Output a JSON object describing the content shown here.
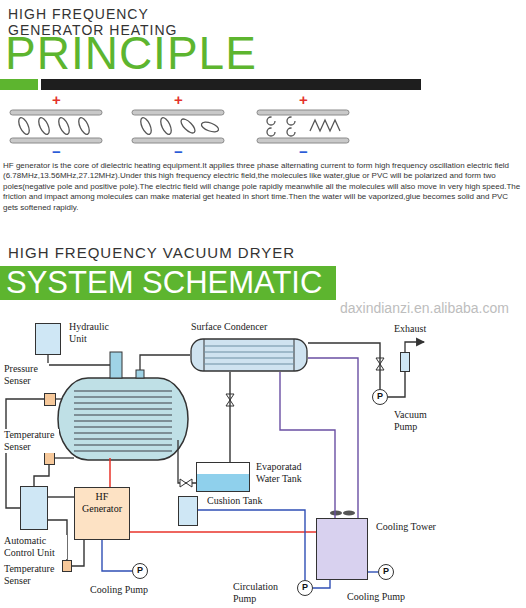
{
  "diagram": {
    "title": "HIGH FREQUENCY GENERATOR HEATING",
    "nodes": [
      {
        "text": [
          "Hydraulic Unit"
        ]
      },
      {
        "text": [
          "Pressure Senser"
        ]
      },
      {
        "text": [
          "Surface Condencer"
        ]
      },
      {
        "text": [
          "Exhaust"
        ]
      },
      {
        "text": [
          "Temperature Senser"
        ]
      },
      {
        "text": [
          "Automatic Control Unit"
        ]
      },
      {
        "text": [
          "HF Generator"
        ]
      },
      {
        "text": [
          "Evaporatad Water Tank"
        ]
      },
      {
        "text": [
          "P",
          "Vacuum Pump"
        ]
      },
      {
        "text": [
          "Cushion Tank"
        ]
      },
      {
        "text": [
          "Cooling Tower"
        ]
      },
      {
        "text": [
          "Temperature Senser"
        ]
      },
      {
        "text": [
          "P",
          "Cooling Pump"
        ]
      },
      {
        "text": [
          "P",
          "Circulation Pump"
        ]
      },
      {
        "text": [
          "P",
          "Cooling Pump"
        ]
      }
    ],
    "edges": [
      {
        "from": 1,
        "to": 5,
        "arrow": "none"
      },
      {
        "from": 4,
        "to": 5,
        "arrow": "none"
      },
      {
        "from": 11,
        "to": 5,
        "arrow": "none"
      },
      {
        "from": 5,
        "to": 6,
        "arrow": "none"
      },
      {
        "from": 11,
        "to": 6,
        "arrow": "none"
      },
      {
        "from": 12,
        "to": 6,
        "arrow": "none"
      },
      {
        "from": 6,
        "to": 10,
        "arrow": "none"
      },
      {
        "from": 9,
        "to": 13,
        "arrow": "none"
      },
      {
        "from": 13,
        "to": 10,
        "arrow": "none"
      },
      {
        "from": 14,
        "to": 10,
        "arrow": "none"
      },
      {
        "from": 10,
        "to": 2,
        "arrow": "none"
      },
      {
        "from": 10,
        "to": 2,
        "arrow": "none"
      },
      {
        "from": 2,
        "to": 8,
        "arrow": "none"
      },
      {
        "from": 8,
        "to": 3,
        "arrow": "none"
      },
      {
        "from": 2,
        "to": 7,
        "arrow": "none"
      }
    ],
    "labels": [
      "PRINCIPLE",
      "+",
      "−",
      "+",
      "−",
      "+",
      "−",
      "HF generator is the core of dielectric heating equipment.It applies three phase alternating current to form high frequency oscillation electric field (6.78MHz,13.56MHz,27.12MHz).Under this high frequency electric field,the molecules like water,glue or PVC will be polarized and form two poles(negative pole and positive pole).The electric field will change pole rapidly meanwhile all the molecules will also move in very high speed.The friction and impact among molecules can make material get heated in short time.Then the water will be vaporized,glue becomes solid and PVC gets softened rapidly.",
      "HIGH FREQUENCY VACUUM DRYER",
      "SYSTEM SCHEMATIC",
      "daxindianzi.en.alibaba.com"
    ]
  }
}
